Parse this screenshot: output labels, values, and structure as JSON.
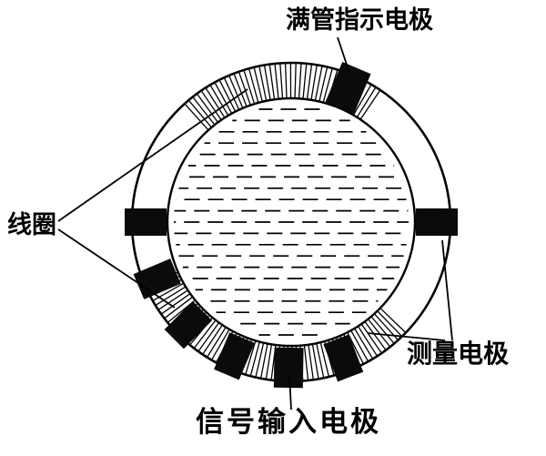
{
  "labels": {
    "full_pipe_electrode": "满管指示电极",
    "coil": "线圈",
    "measuring_electrode": "测量电极",
    "signal_input_electrode": "信号输入电极"
  },
  "colors": {
    "ink": "#000000",
    "electrode_fill": "#0b0b0b",
    "background": "#ffffff"
  }
}
